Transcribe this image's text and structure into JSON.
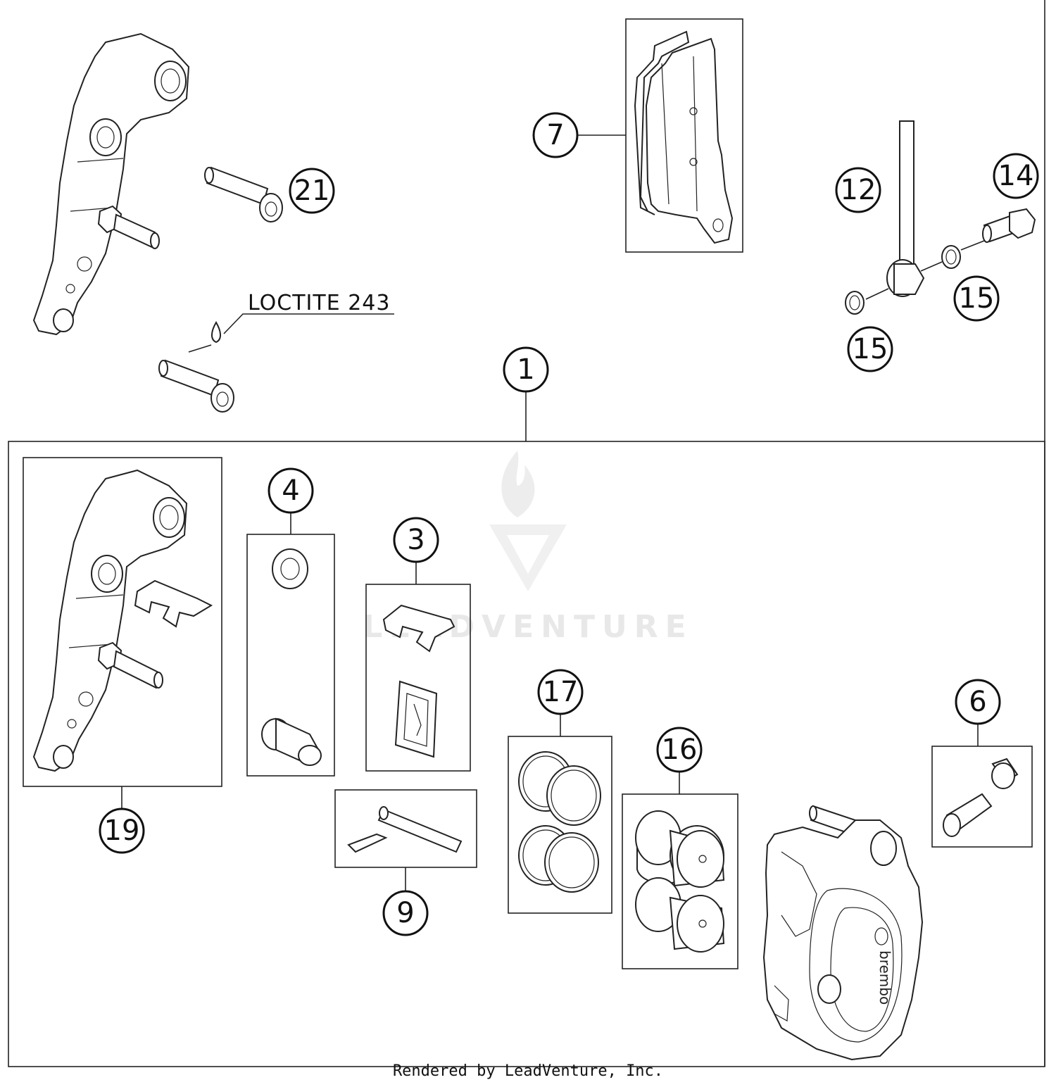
{
  "callouts": {
    "c1": "1",
    "c3": "3",
    "c4": "4",
    "c6": "6",
    "c7": "7",
    "c9": "9",
    "c12": "12",
    "c14": "14",
    "c15a": "15",
    "c15b": "15",
    "c16": "16",
    "c17": "17",
    "c19": "19",
    "c21": "21"
  },
  "labels": {
    "loctite": "LOCTITE 243"
  },
  "watermark": {
    "text": "LEADVENTURE"
  },
  "footer": {
    "rendered_by": "Rendered by LeadVenture, Inc."
  }
}
